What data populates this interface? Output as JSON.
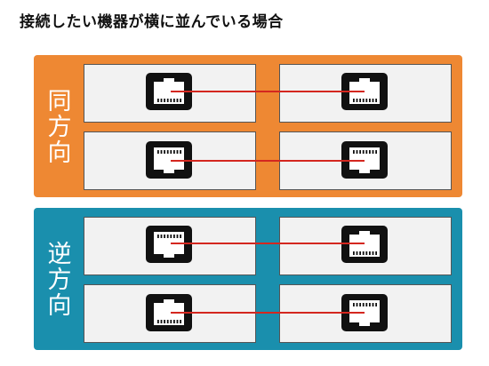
{
  "title": "接続したい機器が横に並んでいる場合",
  "colors": {
    "same_panel": "#ee8833",
    "reverse_panel": "#1a8fad",
    "box_fill": "#f2f2f2",
    "cable": "#d4271f",
    "jack": "#111111"
  },
  "panels": [
    {
      "key": "same",
      "label": "同方向",
      "rows": [
        {
          "left_jack": "clip-up",
          "right_jack": "clip-up"
        },
        {
          "left_jack": "clip-down",
          "right_jack": "clip-down"
        }
      ]
    },
    {
      "key": "reverse",
      "label": "逆方向",
      "rows": [
        {
          "left_jack": "clip-down",
          "right_jack": "clip-up"
        },
        {
          "left_jack": "clip-up",
          "right_jack": "clip-down"
        }
      ]
    }
  ]
}
